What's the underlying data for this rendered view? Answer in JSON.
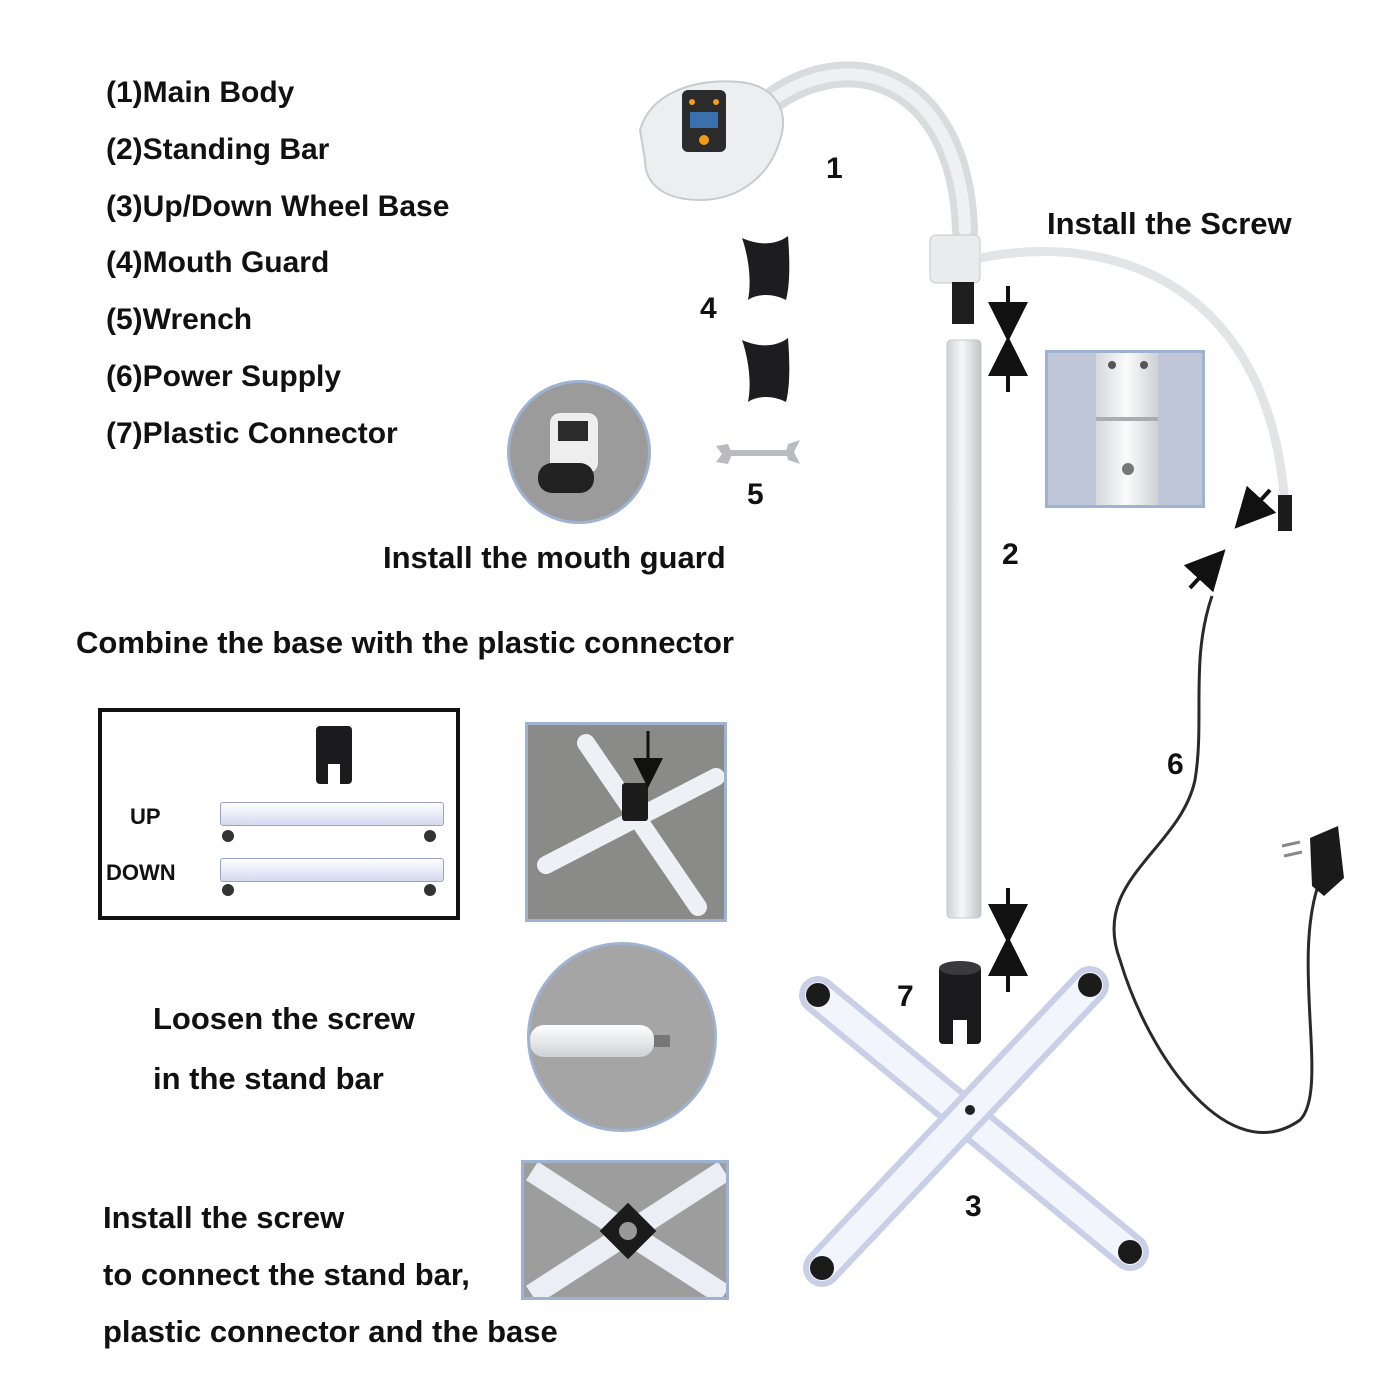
{
  "parts_list": [
    "(1)Main Body",
    "(2)Standing Bar",
    "(3)Up/Down Wheel Base",
    "(4)Mouth Guard",
    "(5)Wrench",
    "(6)Power Supply",
    "(7)Plastic Connector"
  ],
  "numbers": {
    "n1": "1",
    "n2": "2",
    "n3": "3",
    "n4": "4",
    "n5": "5",
    "n6": "6",
    "n7": "7"
  },
  "captions": {
    "install_screw_top": "Install the Screw",
    "install_mouth_guard": "Install the mouth guard",
    "combine_base": "Combine the base with the plastic connector",
    "loosen_1": "Loosen the screw",
    "loosen_2": "in the stand bar",
    "install_1": "Install the screw",
    "install_2": "to connect the stand bar,",
    "install_3": "plastic connector and the base"
  },
  "base_box": {
    "up_label": "UP",
    "down_label": "DOWN"
  },
  "colors": {
    "frame_blue": "#9fb2d2",
    "stand_white": "#eef0f2",
    "base_blue_white": "#f1f3fb",
    "dark_part": "#1c1c1e",
    "cable": "#2a2a2a"
  }
}
